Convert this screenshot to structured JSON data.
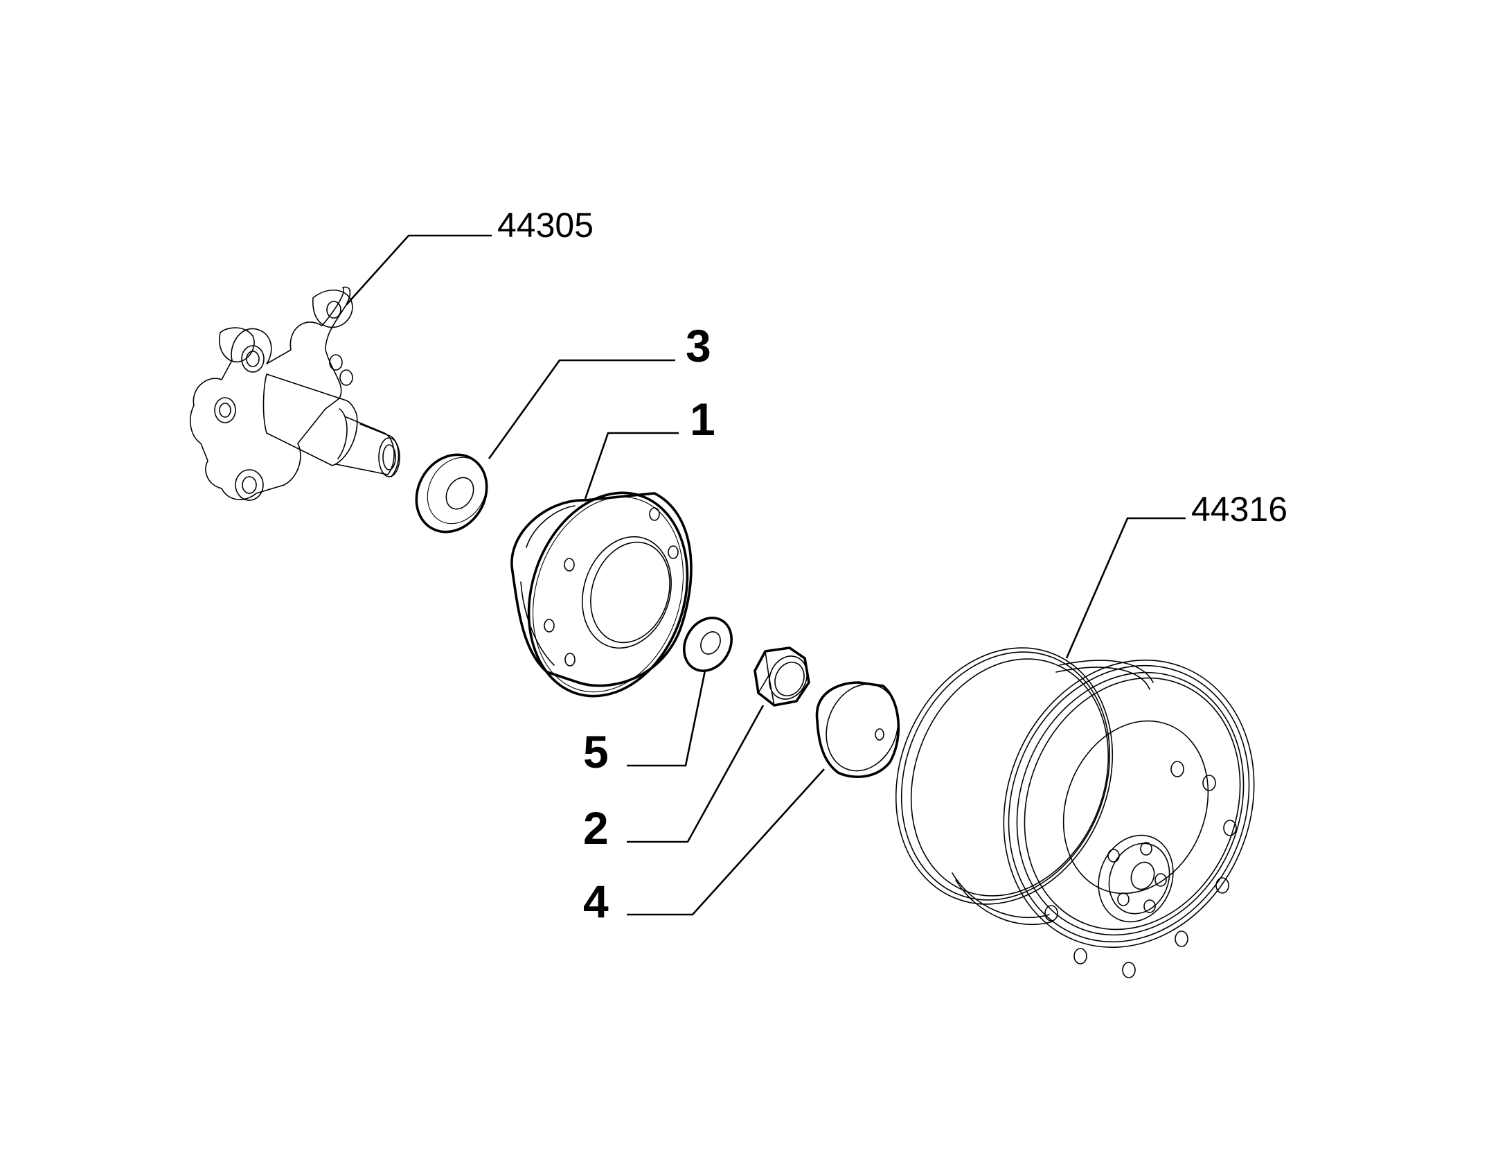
{
  "labels": {
    "ref_hub_carrier": "44305",
    "ref_wheel": "44316",
    "item_hub": "1",
    "item_nut": "2",
    "item_spacer": "3",
    "item_cap": "4",
    "item_washer": "5"
  }
}
